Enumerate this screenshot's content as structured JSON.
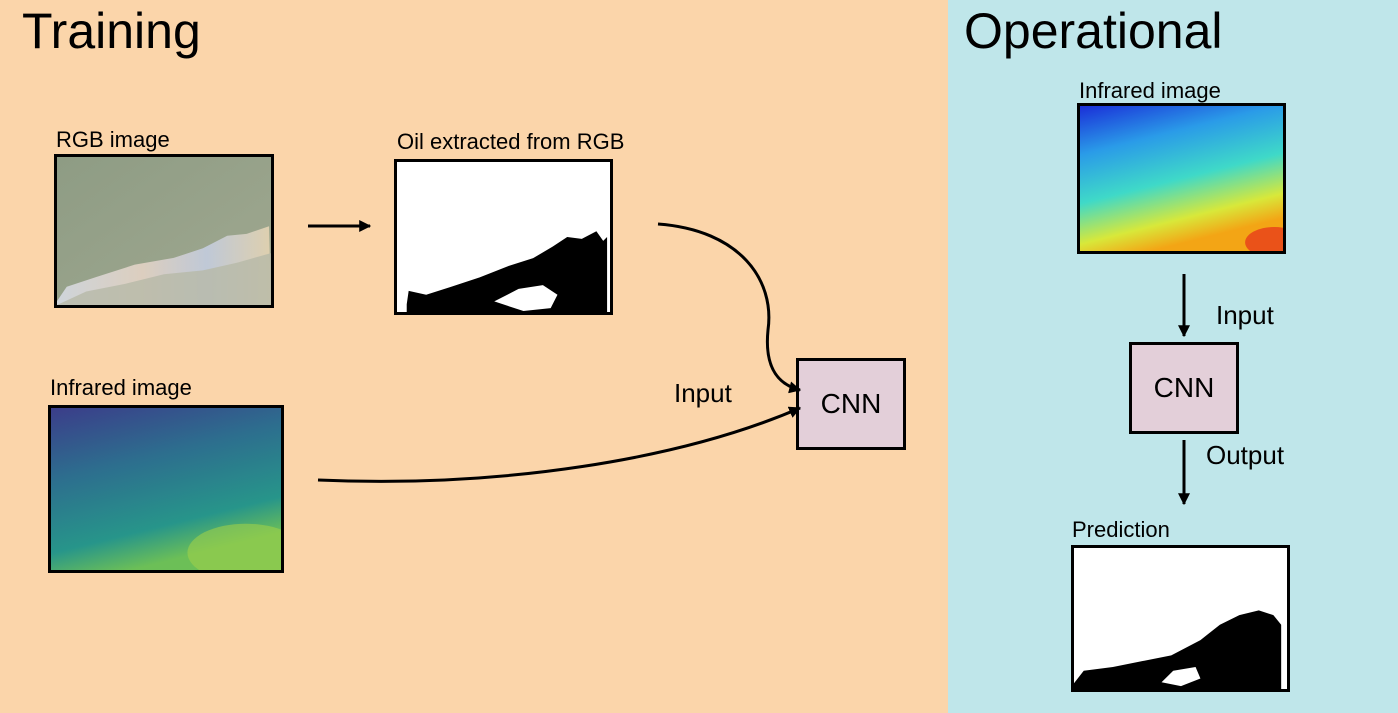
{
  "colors": {
    "training_bg": "#fbd5aa",
    "operational_bg": "#bfe6ea",
    "cnn_box": "#e3cfd9",
    "mask_white": "#ffffff",
    "mask_black": "#000000"
  },
  "training": {
    "title": "Training",
    "rgb_label": "RGB image",
    "oil_label": "Oil extracted from RGB",
    "infrared_label": "Infrared image",
    "input_label": "Input",
    "cnn_label": "CNN"
  },
  "operational": {
    "title": "Operational",
    "infrared_label": "Infrared image",
    "input_label": "Input",
    "cnn_label": "CNN",
    "output_label": "Output",
    "prediction_label": "Prediction"
  }
}
